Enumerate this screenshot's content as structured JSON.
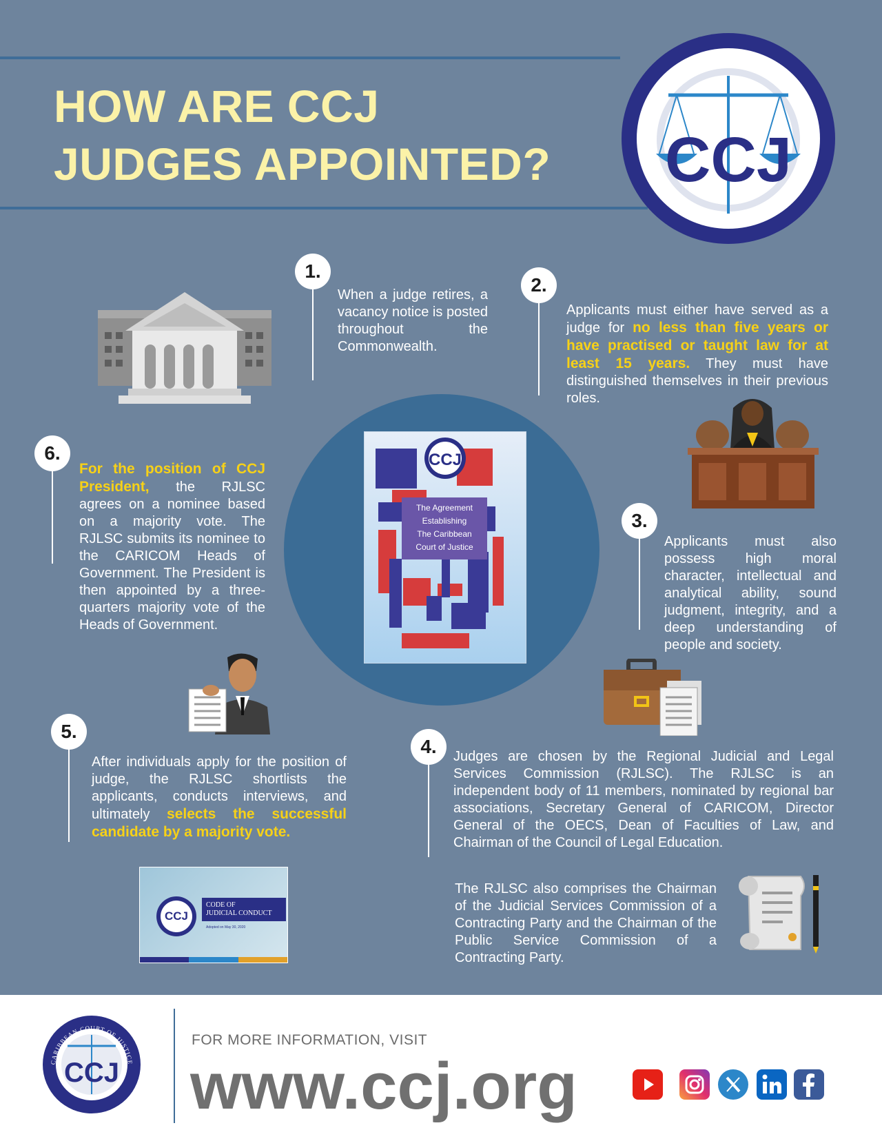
{
  "title": {
    "line1": "HOW ARE CCJ",
    "line2": "JUDGES APPOINTED?"
  },
  "seal": {
    "text": "CARIBBEAN COURT OF JUSTICE",
    "monogram": "CCJ"
  },
  "steps": [
    {
      "num": "1.",
      "text": "When a judge retires, a vacancy notice is posted throughout the Commonwealth."
    },
    {
      "num": "2.",
      "pre": "Applicants must either have served as a judge for ",
      "highlight": "no less than five years or have practised or taught law for at least 15 years.",
      "post": " They must have distinguished themselves in their previous roles."
    },
    {
      "num": "3.",
      "text": "Applicants must also possess high moral character, intellectual and analytical ability, sound judgment, integrity, and a deep understanding of people and society."
    },
    {
      "num": "4.",
      "text": "Judges are chosen by the Regional Judicial and Legal Services Commission (RJLSC). The RJLSC is an independent body of 11 members, nominated by regional bar associations, Secretary General of CARICOM, Director General of the OECS, Dean of Faculties of Law, and Chairman of the Council of Legal Education.",
      "text2": "The RJLSC also comprises the Chairman of the Judicial Services Commission of a Contracting Party and the Chairman of the Public Service Commission of a Contracting Party."
    },
    {
      "num": "5.",
      "pre": "After individuals apply for the position of judge, the RJLSC shortlists the applicants, conducts interviews, and ultimately ",
      "highlight": "selects the successful candidate by a majority vote."
    },
    {
      "num": "6.",
      "highlight": "For the position of CCJ President,",
      "post": " the RJLSC agrees on a nominee based on a majority vote. The RJLSC submits its nominee to the CARICOM Heads of Government. The President is then appointed by a three-quarters majority vote of the Heads of Government."
    }
  ],
  "book": {
    "lines": [
      "The Agreement",
      "Establishing",
      "The Caribbean",
      "Court of Justice"
    ]
  },
  "code_doc": {
    "title_line1": "CODE OF",
    "title_line2": "JUDICIAL CONDUCT",
    "subtitle": "Adopted on May 30, 2020"
  },
  "footer": {
    "info": "FOR MORE INFORMATION, VISIT",
    "url": "www.ccj.org",
    "social": [
      "youtube-icon",
      "instagram-icon",
      "x-icon",
      "linkedin-icon",
      "facebook-icon"
    ]
  },
  "colors": {
    "background": "#6e849d",
    "title": "#fbf2a8",
    "highlight": "#f7d117",
    "navy": "#2a2f86",
    "red": "#d63c3c"
  }
}
